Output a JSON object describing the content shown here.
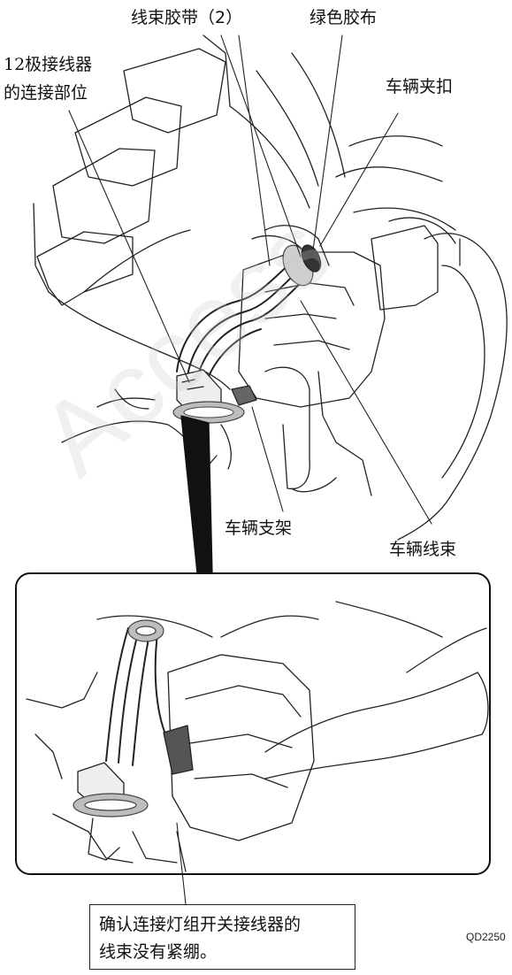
{
  "labels": {
    "harness_tape": "线束胶带（2）",
    "green_tape": "绿色胶布",
    "connector_part_line1": "12极接线器",
    "connector_part_line2": "的连接部位",
    "vehicle_clip": "车辆夹扣",
    "vehicle_bracket": "车辆支架",
    "vehicle_harness": "车辆线束"
  },
  "note": {
    "line1": "确认连接灯组开关接线器的",
    "line2": "线束没有紧绷。"
  },
  "figure_code": "QD2250",
  "watermark": "Access",
  "colors": {
    "line": "#222222",
    "tape": "#9a9a9a",
    "background": "#ffffff"
  }
}
